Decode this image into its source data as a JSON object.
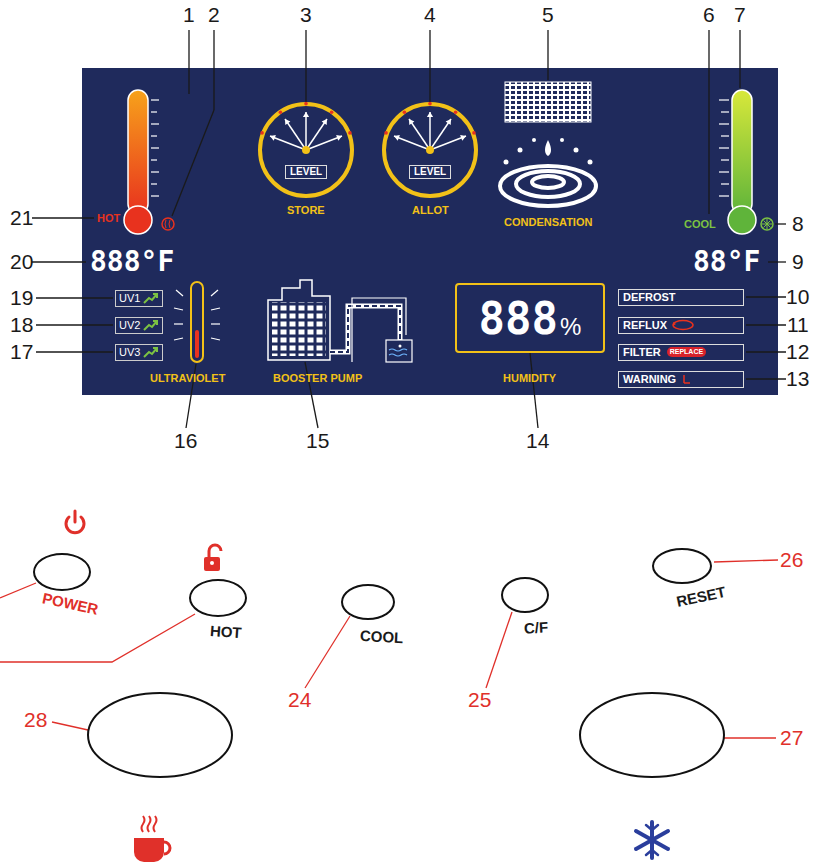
{
  "diagram": {
    "nodes": [
      {
        "text": [
          "STORE"
        ]
      },
      {
        "text": [
          "LEVEL"
        ],
        "in": 0
      },
      {
        "text": [
          "ALLOT"
        ]
      },
      {
        "text": [
          "LEVEL"
        ],
        "in": 2
      },
      {
        "text": [
          "UV1"
        ]
      },
      {
        "text": [
          "UV2"
        ]
      },
      {
        "text": [
          "UV3"
        ]
      },
      {
        "text": [
          "888",
          "%"
        ]
      },
      {
        "text": [
          "DEFROST"
        ]
      },
      {
        "text": [
          "REFLUX"
        ]
      },
      {
        "text": [
          "FILTER",
          "REPLACE"
        ]
      },
      {
        "text": [
          "WARNING"
        ]
      },
      {
        "text": [
          "POWER"
        ]
      },
      {
        "text": [
          "HOT"
        ]
      },
      {
        "text": [
          "COOL"
        ]
      },
      {
        "text": [
          "C/F"
        ]
      },
      {
        "text": [
          "RESET"
        ]
      }
    ],
    "labels": [
      "1",
      "2",
      "3",
      "4",
      "5",
      "6",
      "7",
      "21",
      "HOT",
      "COOL",
      "8",
      "20",
      "888°F",
      "88°F",
      "9",
      "CONDENSATION",
      "19",
      "10",
      "18",
      "11",
      "17",
      "12",
      "ULTRAVIOLET",
      "BOOSTER PUMP",
      "HUMIDITY",
      "13",
      "16",
      "15",
      "14",
      "24",
      "25",
      "26",
      "28",
      "27"
    ]
  }
}
